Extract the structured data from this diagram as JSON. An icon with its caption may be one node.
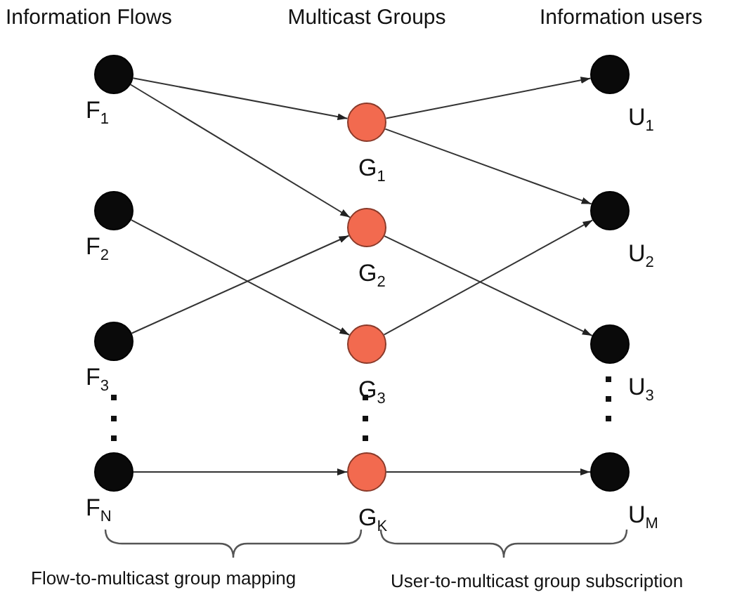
{
  "diagram": {
    "nodes": [
      {
        "text": [],
        "shape": "circle",
        "beside": [
          "F$_{1}$"
        ]
      },
      {
        "text": [],
        "shape": "circle",
        "beside": [
          "F$_{2}$"
        ]
      },
      {
        "text": [],
        "shape": "circle",
        "beside": [
          "F$_{3}$"
        ]
      },
      {
        "text": [],
        "shape": "circle",
        "beside": [
          "F$_{N}$"
        ]
      },
      {
        "text": [],
        "shape": "circle",
        "beside": [
          "G$_{1}$"
        ]
      },
      {
        "text": [],
        "shape": "circle",
        "beside": [
          "G$_{2}$"
        ]
      },
      {
        "text": [],
        "shape": "circle",
        "beside": [
          "G$_{3}$"
        ]
      },
      {
        "text": [],
        "shape": "circle",
        "beside": [
          "G$_{K}$"
        ]
      },
      {
        "text": [],
        "shape": "circle",
        "beside": [
          "U$_{1}$"
        ]
      },
      {
        "text": [],
        "shape": "circle",
        "beside": [
          "U$_{2}$"
        ]
      },
      {
        "text": [],
        "shape": "circle",
        "beside": [
          "U$_{3}$"
        ]
      },
      {
        "text": [],
        "shape": "circle",
        "beside": [
          "U$_{M}$"
        ]
      }
    ],
    "edges": [
      {
        "from": 0,
        "to": 4,
        "arrow": "to"
      },
      {
        "from": 0,
        "to": 5,
        "arrow": "to"
      },
      {
        "from": 1,
        "to": 6,
        "arrow": "to"
      },
      {
        "from": 2,
        "to": 5,
        "arrow": "to"
      },
      {
        "from": 3,
        "to": 7,
        "arrow": "to"
      },
      {
        "from": 4,
        "to": 8,
        "arrow": "to"
      },
      {
        "from": 4,
        "to": 9,
        "arrow": "to"
      },
      {
        "from": 5,
        "to": 10,
        "arrow": "to"
      },
      {
        "from": 6,
        "to": 9,
        "arrow": "to"
      },
      {
        "from": 7,
        "to": 11,
        "arrow": "to"
      }
    ],
    "labels": [
      "Information Flows",
      "Multicast Groups",
      "Information users",
      "Flow-to-multicast group mapping",
      "User-to-multicast group subscription"
    ]
  }
}
